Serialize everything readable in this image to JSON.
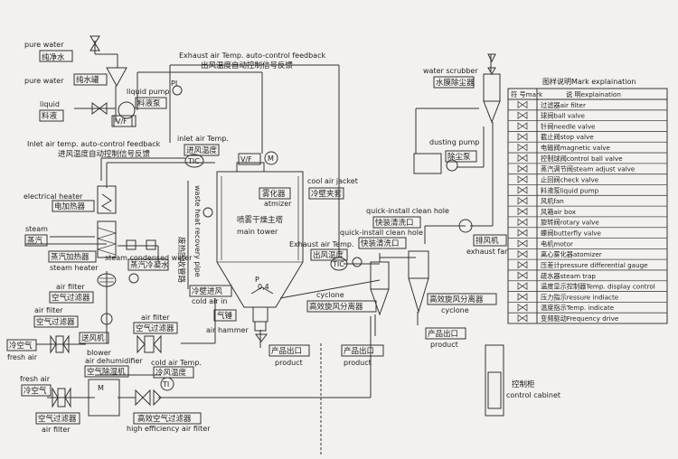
{
  "labels": {
    "pure_water_1_en": "pure water",
    "pure_water_1_cn": "纯净水",
    "pure_water_2_en": "pure water",
    "pure_water_2_cn": "纯水罐",
    "liquid_en": "liquid",
    "liquid_cn": "料液",
    "liquid_pump_en": "liquid pump",
    "liquid_pump_cn": "料液泵",
    "vf1": "V/F",
    "pl": "PI",
    "exhaust_feedback_en": "Exhaust air Temp. auto-control feedback",
    "exhaust_feedback_cn": "出风温度自动控制信号反馈",
    "inlet_feedback_en": "Inlet air temp. auto-control feedback",
    "inlet_feedback_cn": "进风温度自动控制信号反馈",
    "inlet_temp_en": "inlet air Temp.",
    "inlet_temp_cn": "进风温度",
    "tic1": "TIC",
    "vf2": "V/F",
    "m": "M",
    "cool_jacket_en": "cool air jacket",
    "cool_jacket_cn": "冷壁夹套",
    "atomizer_cn": "雾化器",
    "atomizer_en": "atmizer",
    "main_tower_cn": "喷雾干燥主塔",
    "main_tower_en": "main tower",
    "electrical_heater_en": "electrical heater",
    "electrical_heater_cn": "电加热器",
    "steam_en": "steam",
    "steam_cn": "蒸汽",
    "steam_heater_cn": "蒸汽加热器",
    "steam_heater_en": "steam heater",
    "steam_condensed_en": "steam condensed water",
    "steam_condensed_cn": "蒸汽冷凝水",
    "air_filter_1_en": "air filter",
    "air_filter_1_cn": "空气过滤器",
    "waste_heat_en": "waste heat recovery pipe",
    "waste_heat_cn": "废热回收管路",
    "cold_air_cn": "冷壁进风",
    "cold_air_en": "cold air in",
    "p_label": "P",
    "pressure_value": "0,4",
    "air_hammer_cn": "气锤",
    "air_hammer_en": "air hammer",
    "product_1_cn": "产品出口",
    "product_1_en": "product",
    "air_filter_2_en": "air filter",
    "air_filter_2_cn": "空气过滤器",
    "blower_cn": "送风机",
    "blower_en": "blower",
    "air_filter_3_en": "air filter",
    "air_filter_3_cn": "空气过滤器",
    "fresh_air_1_cn": "冷空气",
    "fresh_air_1_en": "fresh air",
    "dehumidifier_en": "air dehumidifier",
    "dehumidifier_cn": "空气除湿机",
    "cold_temp_en": "cold air Temp.",
    "cold_temp_cn": "冷风温度",
    "ti": "TI",
    "fresh_air_2_en": "fresh air",
    "fresh_air_2_cn": "冷空气",
    "air_filter_4_cn": "空气过滤器",
    "air_filter_4_en": "air filter",
    "hef_cn": "高效空气过滤器",
    "hef_en": "high efficiency air filter",
    "exhaust_temp_en": "Exhaust air Temp.",
    "exhaust_temp_cn": "出风温度",
    "tic2": "TIC",
    "quick_clean_1_en": "quick-install clean hole",
    "quick_clean_1_cn": "快装清洗口",
    "quick_clean_2_en": "quick-install clean hole",
    "quick_clean_2_cn": "快装清洗口",
    "cyclone_1_en": "cyclone",
    "cyclone_1_cn": "高效旋风分离器",
    "cyclone_2_cn": "高效旋风分离器",
    "cyclone_2_en": "cyclone",
    "product_2_cn": "产品出口",
    "product_2_en": "product",
    "product_3_cn": "产品出口",
    "product_3_en": "product",
    "water_scrubber_en": "water scrubber",
    "water_scrubber_cn": "水膜除尘器",
    "dusting_pump_en": "dusting pump",
    "dusting_pump_cn": "除尘泵",
    "exhaust_fan_cn": "排风机",
    "exhaust_fan_en": "exhaust fan",
    "control_cabinet_cn": "控制柜",
    "control_cabinet_en": "control cabinet",
    "legend_title": "图样说明Mark explaination",
    "legend_col1": "符 号mark",
    "legend_col2": "说  明explaination"
  },
  "legend": [
    {
      "icon": "air-filter-symbol",
      "text": "过滤器air filter"
    },
    {
      "icon": "ball-valve-symbol",
      "text": "球阀ball valve"
    },
    {
      "icon": "needle-valve-symbol",
      "text": "针阀needle valve"
    },
    {
      "icon": "stop-valve-symbol",
      "text": "截止阀stop valve"
    },
    {
      "icon": "magnetic-valve-symbol",
      "text": "电磁阀magnetic valve"
    },
    {
      "icon": "control-ball-valve-symbol",
      "text": "控制球阀control ball valve"
    },
    {
      "icon": "steam-adjust-valve-symbol",
      "text": "蒸汽调节阀steam adjust valve"
    },
    {
      "icon": "check-valve-symbol",
      "text": "止回阀check valve"
    },
    {
      "icon": "liquid-pump-symbol",
      "text": "料液泵liquid pump"
    },
    {
      "icon": "fan-symbol",
      "text": "风机fan"
    },
    {
      "icon": "air-box-symbol",
      "text": "风箱air box"
    },
    {
      "icon": "rotary-valve-symbol",
      "text": "旋转阀rotary valve"
    },
    {
      "icon": "butterfly-valve-symbol",
      "text": "蝶阀butterfly valve"
    },
    {
      "icon": "motor-symbol",
      "text": "电机motor"
    },
    {
      "icon": "atomizer-symbol",
      "text": "离心雾化器atomizer"
    },
    {
      "icon": "pressure-gauge-symbol",
      "text": "压差计pressure differential gauge"
    },
    {
      "icon": "steam-trap-symbol",
      "text": "疏水器steam trap"
    },
    {
      "icon": "temp-control-symbol",
      "text": "温度显示控制器Temp. display control"
    },
    {
      "icon": "pressure-indicate-symbol",
      "text": "压力指示ressure indiacte"
    },
    {
      "icon": "temp-indicate-symbol",
      "text": "温度指示Temp. indicate"
    },
    {
      "icon": "frequency-drive-symbol",
      "text": "变频驱动Frequency drive"
    }
  ]
}
